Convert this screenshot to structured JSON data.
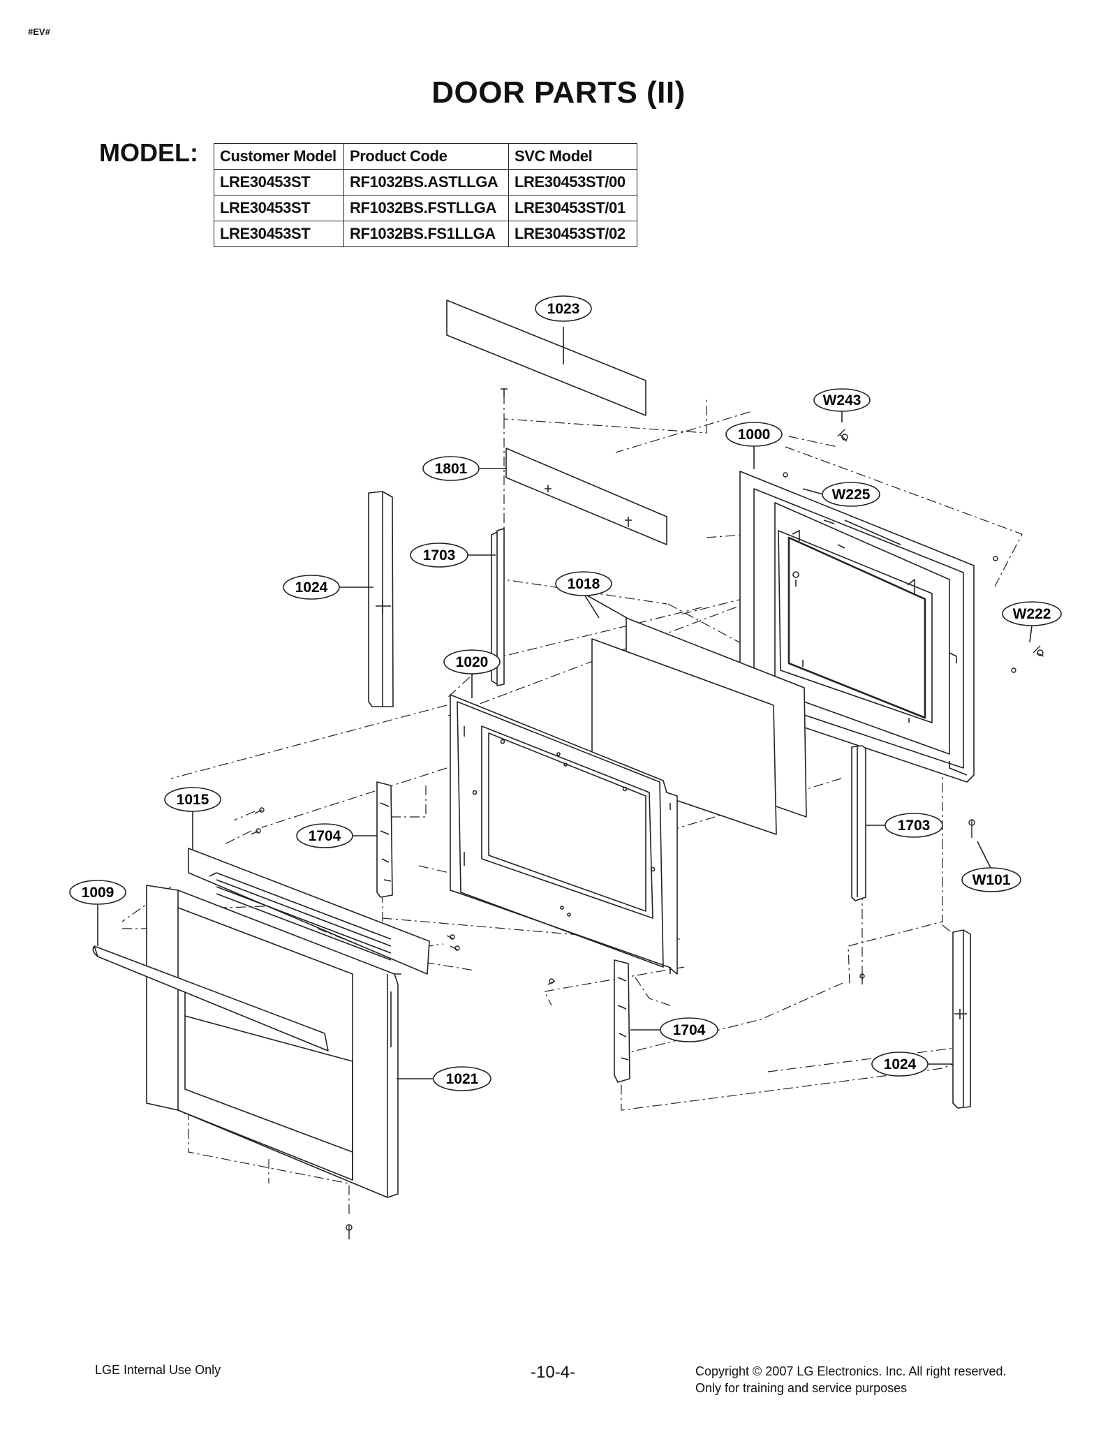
{
  "corner_tag": "#EV#",
  "title": "DOOR PARTS (II)",
  "model_label": "MODEL:",
  "model_table": {
    "headers": [
      "Customer Model",
      "Product Code",
      "SVC Model"
    ],
    "rows": [
      [
        "LRE30453ST",
        "RF1032BS.ASTLLGA",
        "LRE30453ST/00"
      ],
      [
        "LRE30453ST",
        "RF1032BS.FSTLLGA",
        "LRE30453ST/01"
      ],
      [
        "LRE30453ST",
        "RF1032BS.FS1LLGA",
        "LRE30453ST/02"
      ]
    ]
  },
  "callouts": [
    "1023",
    "W243",
    "1000",
    "1801",
    "W225",
    "1703",
    "1024",
    "1018",
    "W222",
    "1020",
    "1015",
    "1704",
    "1703",
    "W101",
    "1009",
    "1704",
    "1021",
    "1024"
  ],
  "footer": {
    "left": "LGE Internal Use Only",
    "page": "-10-4-",
    "copyright": "Copyright © 2007 LG Electronics. Inc. All right reserved.",
    "note": "Only for training and service purposes"
  }
}
